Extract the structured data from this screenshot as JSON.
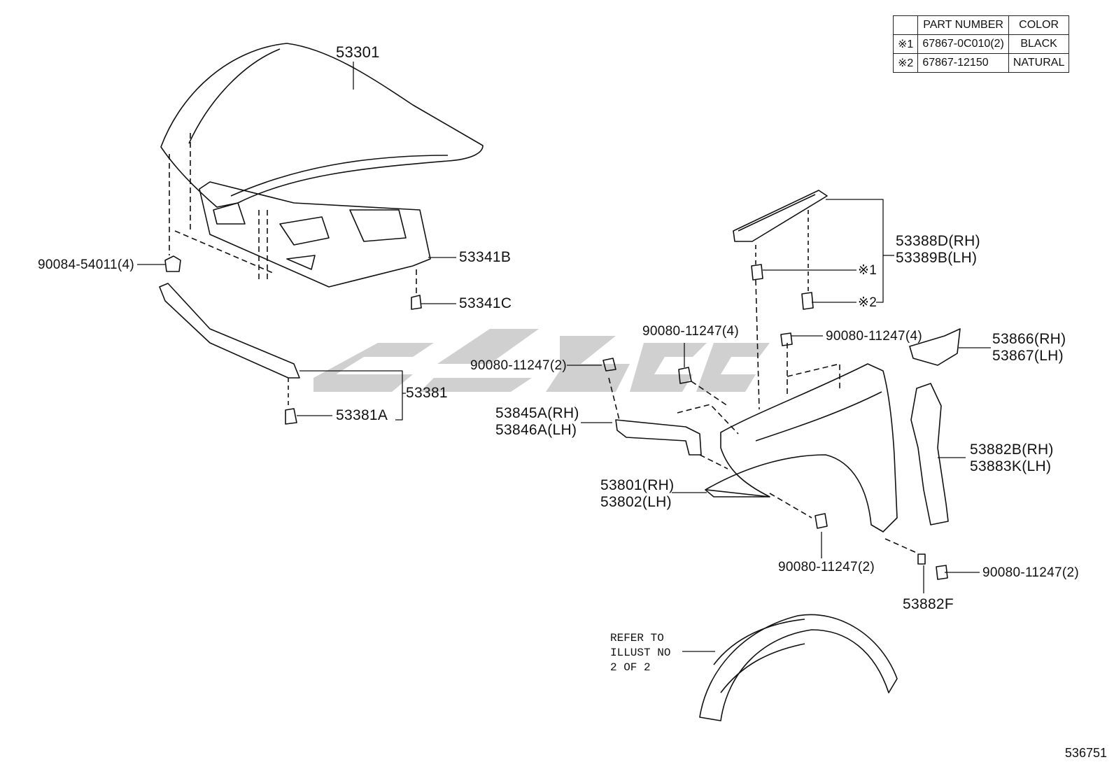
{
  "legend": {
    "header_part": "PART NUMBER",
    "header_color": "COLOR",
    "rows": [
      {
        "mark": "※1",
        "part": "67867-0C010(2)",
        "color": "BLACK"
      },
      {
        "mark": "※2",
        "part": "67867-12150",
        "color": "NATURAL"
      }
    ]
  },
  "labels": {
    "hood": "53301",
    "hood_insulator_bolt": "90084-54011(4)",
    "hood_insulator": "53341B",
    "hood_insulator_clip": "53341C",
    "seal_group": "53381",
    "seal_clip": "53381A",
    "seal_rh": "53388D(RH)",
    "seal_lh": "53389B(LH)",
    "mark1": "※1",
    "mark2": "※2",
    "bolt_top_left": "90080-11247(4)",
    "bolt_top_right": "90080-11247(4)",
    "bolt_mid_left": "90080-11247(2)",
    "bracket_rh": "53845A(RH)",
    "bracket_lh": "53846A(LH)",
    "fender_rh": "53801(RH)",
    "fender_lh": "53802(LH)",
    "ext_rh": "53866(RH)",
    "ext_lh": "53867(LH)",
    "side_rh": "53882B(RH)",
    "side_lh": "53883K(LH)",
    "bolt_bottom_mid": "90080-11247(2)",
    "bolt_bottom_right": "90080-11247(2)",
    "fender_pad": "53882F",
    "refer_note": "REFER TO\nILLUST NO\n2 OF 2",
    "illustration_id": "536751"
  }
}
